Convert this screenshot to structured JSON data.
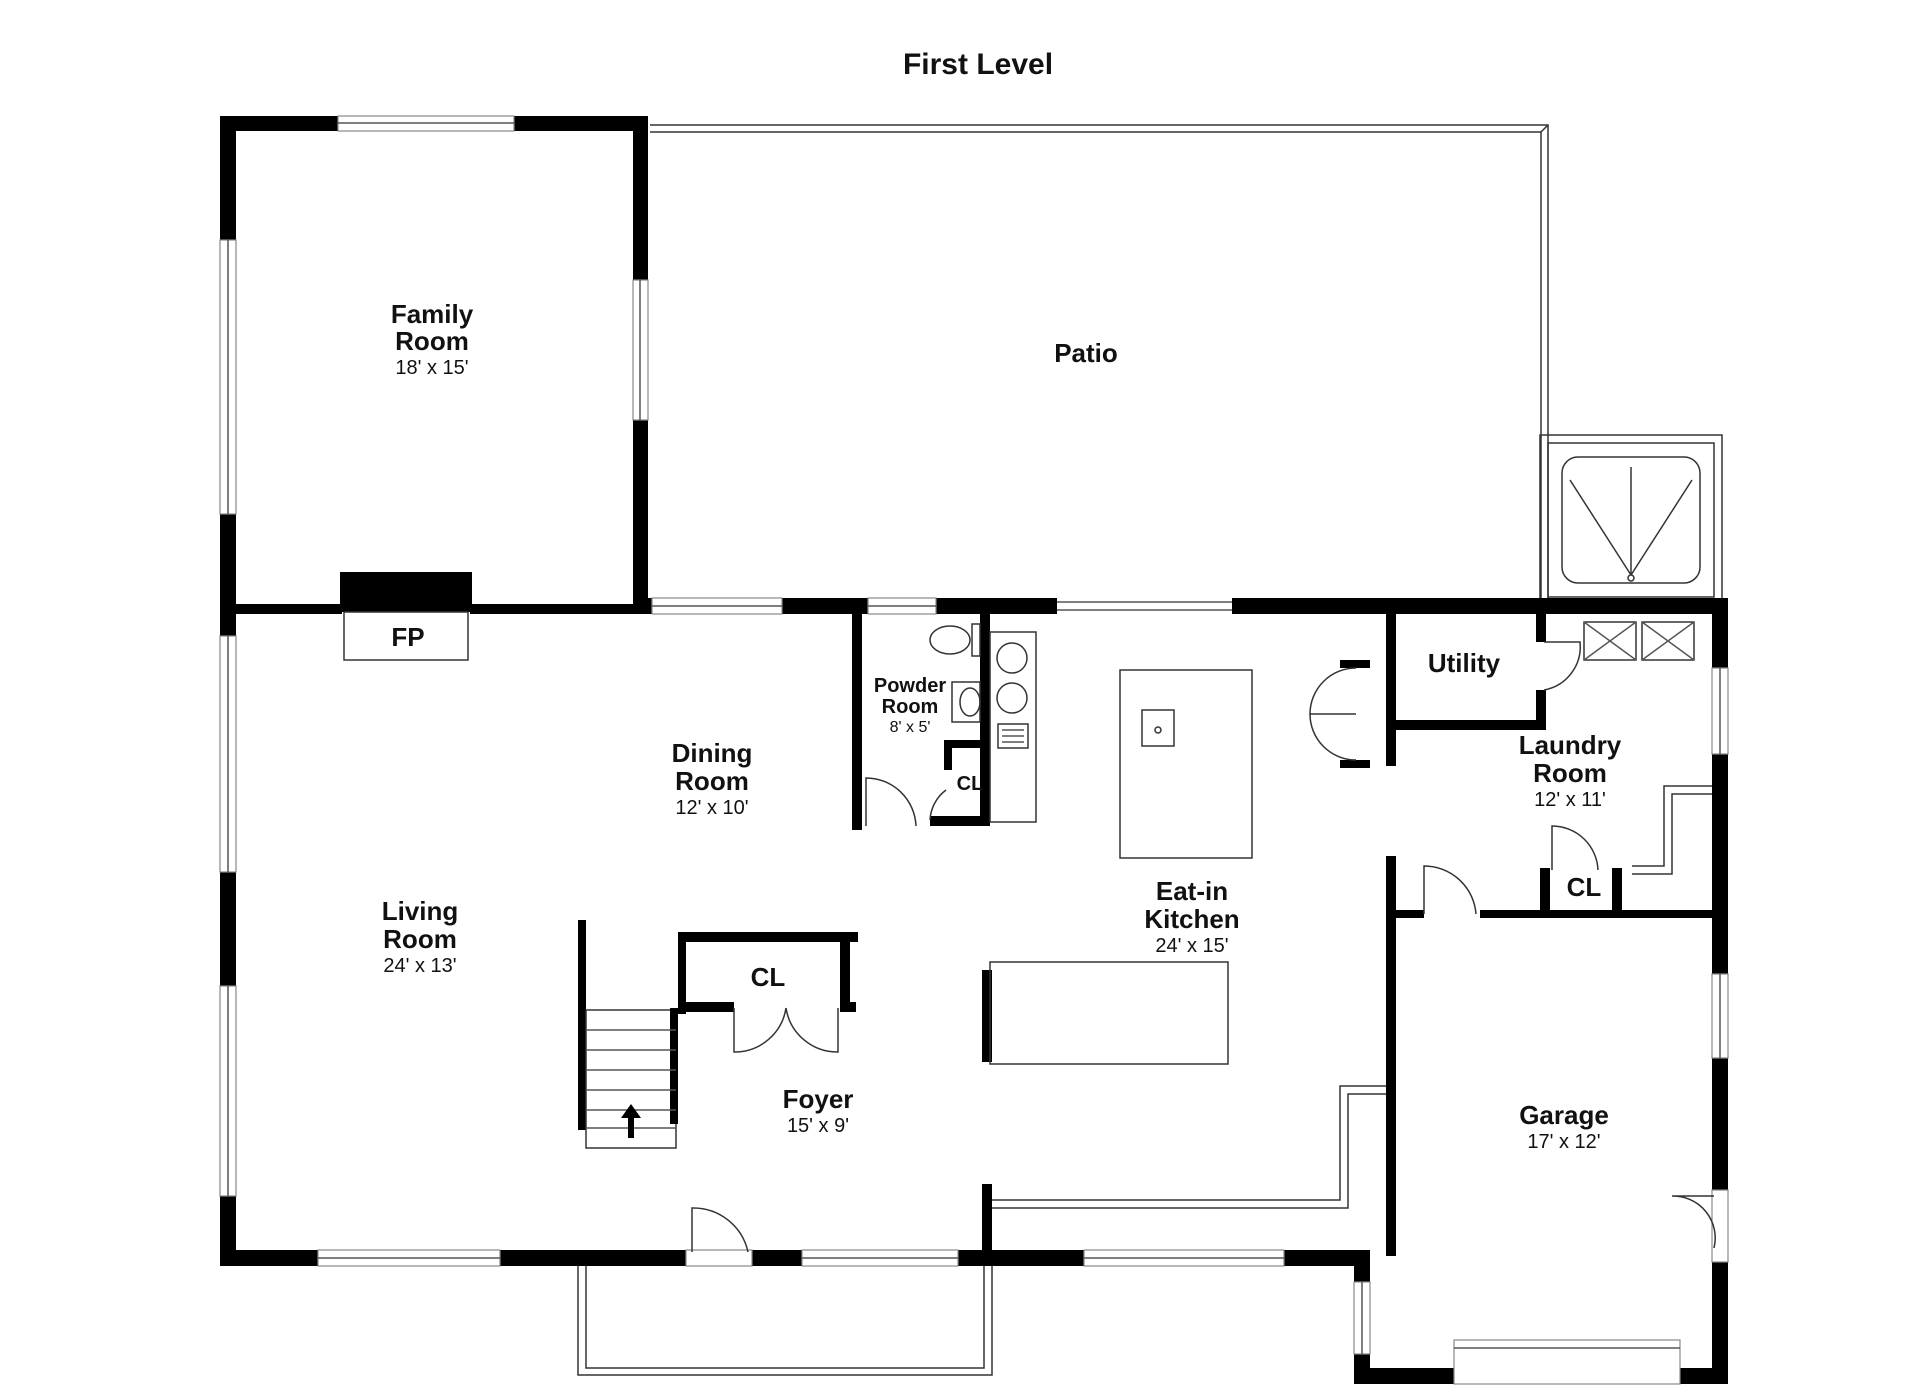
{
  "title": "First Level",
  "rooms": {
    "family": {
      "name_line1": "Family",
      "name_line2": "Room",
      "dims": "18' x 15'"
    },
    "patio": {
      "name": "Patio"
    },
    "fireplace": {
      "name": "FP"
    },
    "dining": {
      "name_line1": "Dining",
      "name_line2": "Room",
      "dims": "12' x 10'"
    },
    "powder": {
      "name_line1": "Powder",
      "name_line2": "Room",
      "dims": "8' x 5'"
    },
    "powder_closet": {
      "name": "CL"
    },
    "living": {
      "name_line1": "Living",
      "name_line2": "Room",
      "dims": "24' x 13'"
    },
    "foyer_closet": {
      "name": "CL"
    },
    "foyer": {
      "name": "Foyer",
      "dims": "15' x 9'"
    },
    "kitchen": {
      "name_line1": "Eat-in",
      "name_line2": "Kitchen",
      "dims": "24' x 15'"
    },
    "utility": {
      "name": "Utility"
    },
    "laundry": {
      "name_line1": "Laundry",
      "name_line2": "Room",
      "dims": "12' x 11'"
    },
    "laundry_closet": {
      "name": "CL"
    },
    "garage": {
      "name": "Garage",
      "dims": "17' x 12'"
    }
  }
}
